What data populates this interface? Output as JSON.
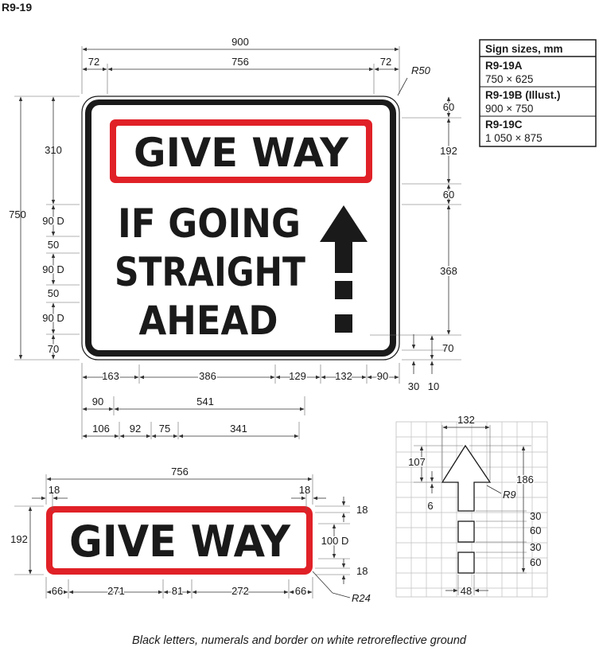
{
  "sign_code": "R9-19",
  "main_sign": {
    "legend_top": "GIVE WAY",
    "legend_lines": [
      "IF GOING",
      "STRAIGHT",
      "AHEAD"
    ],
    "dims": {
      "overall_width": "900",
      "left_margin": "72",
      "inner_width": "756",
      "right_margin": "72",
      "corner_radius": "R50",
      "overall_height": "750",
      "top_to_text": "310",
      "letter_height_1": "90 D",
      "line_gap_1": "50",
      "letter_height_2": "90 D",
      "line_gap_2": "50",
      "letter_height_3": "90 D",
      "bottom_margin_left": "70",
      "right_top": "60",
      "panel_height": "192",
      "panel_gap": "60",
      "arrow_height": "368",
      "right_bottom": "70",
      "border_30": "30",
      "border_10": "10",
      "h_row1": [
        "163",
        "386",
        "129",
        "132",
        "90"
      ],
      "h_row2": [
        "90",
        "541"
      ],
      "h_row3": [
        "106",
        "92",
        "75",
        "341"
      ]
    }
  },
  "sizes_table": {
    "header": "Sign sizes, mm",
    "rows": [
      {
        "code": "R9-19A",
        "size": "750 × 625"
      },
      {
        "code": "R9-19B (Illust.)",
        "size": "900 × 750"
      },
      {
        "code": "R9-19C",
        "size": "1 050 × 875"
      }
    ]
  },
  "panel_detail": {
    "legend": "GIVE WAY",
    "dims": {
      "width": "756",
      "margin_left": "18",
      "margin_right": "18",
      "height": "192",
      "top": "18",
      "letter_height": "100 D",
      "bottom": "18",
      "radius": "R24",
      "h_row": [
        "66",
        "271",
        "81",
        "272",
        "66"
      ]
    }
  },
  "arrow_detail": {
    "dims": {
      "width": "132",
      "head_height": "107",
      "shaft_offset": "6",
      "total_height": "186",
      "radius": "R9",
      "seg_a": "30",
      "seg_b": "60",
      "seg_c": "30",
      "seg_d": "60",
      "seg_width": "48"
    }
  },
  "caption": "Black letters, numerals and border on white retroreflective ground",
  "colors": {
    "red": "#e02127",
    "black": "#1a1a1a",
    "grid": "#bfbfbf"
  }
}
